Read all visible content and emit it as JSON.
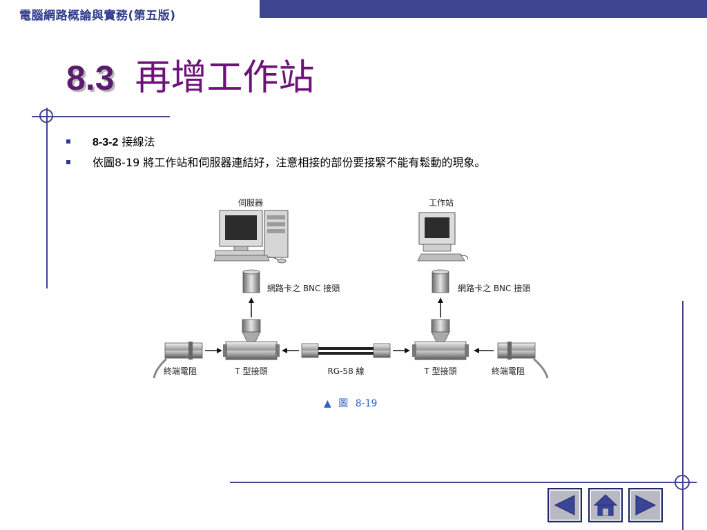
{
  "header": {
    "book_title": "電腦網路概論與實務(第五版)",
    "slide_number": "8.3",
    "slide_heading": "再增工作站"
  },
  "bullets": [
    {
      "bold": "8-3-2",
      "text": " 接線法"
    },
    {
      "bold": "",
      "text": "依圖8-19 將工作站和伺服器連結好，注意相接的部份要接緊不能有鬆動的現象。"
    }
  ],
  "figure": {
    "server_label": "伺服器",
    "workstation_label": "工作站",
    "bnc_label_left": "網路卡之 BNC 接頭",
    "bnc_label_right": "網路卡之 BNC 接頭",
    "terminator_left": "終端電阻",
    "t_connector_left": "T 型接頭",
    "cable_label": "RG-58 線",
    "t_connector_right": "T 型接頭",
    "terminator_right": "終端電阻",
    "caption_marker": "▲",
    "caption_prefix": "圖",
    "caption_number": "8-19"
  },
  "navigation": {
    "prev_icon": "triangle-left-icon",
    "home_icon": "house-icon",
    "next_icon": "triangle-right-icon"
  },
  "colors": {
    "accent": "#3f4591",
    "title": "#6c1278",
    "caption": "#2b63c6"
  }
}
